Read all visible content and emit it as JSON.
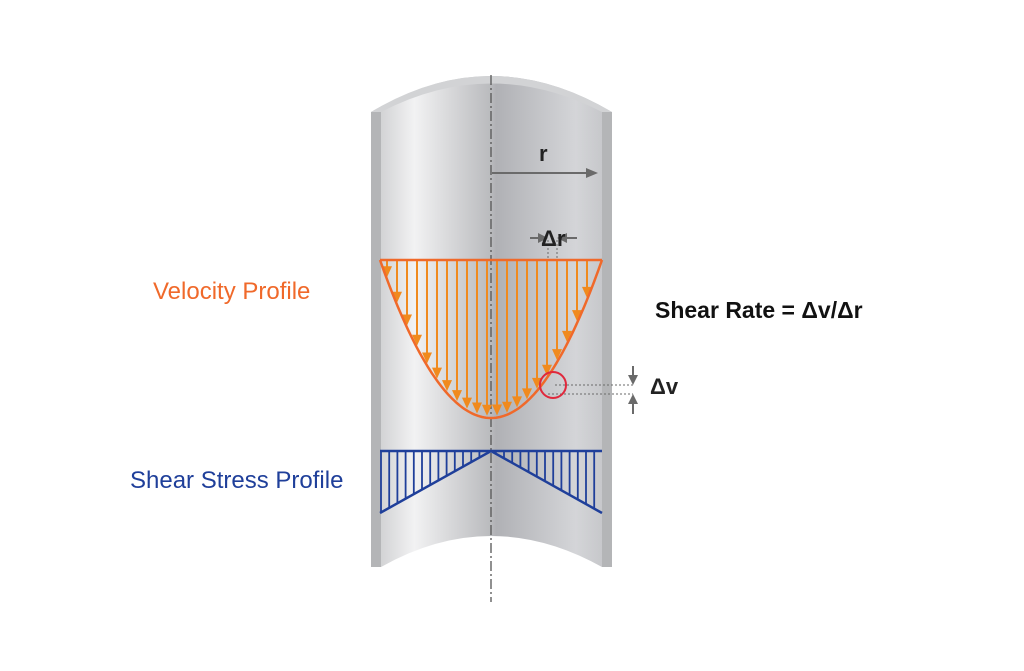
{
  "labels": {
    "velocity_profile": "Velocity Profile",
    "shear_stress_profile": "Shear Stress Profile",
    "shear_rate_formula": "Shear Rate = Δv/Δr",
    "radius": "r",
    "delta_r": "Δr",
    "delta_v": "Δv"
  },
  "colors": {
    "velocity": "#f0692a",
    "velocity_arrows": "#f08a1e",
    "shear_stress": "#1f3f9a",
    "highlight_circle": "#e0283c",
    "pipe_wall": "#b4b5b7",
    "annotation": "#6a6a6a"
  }
}
